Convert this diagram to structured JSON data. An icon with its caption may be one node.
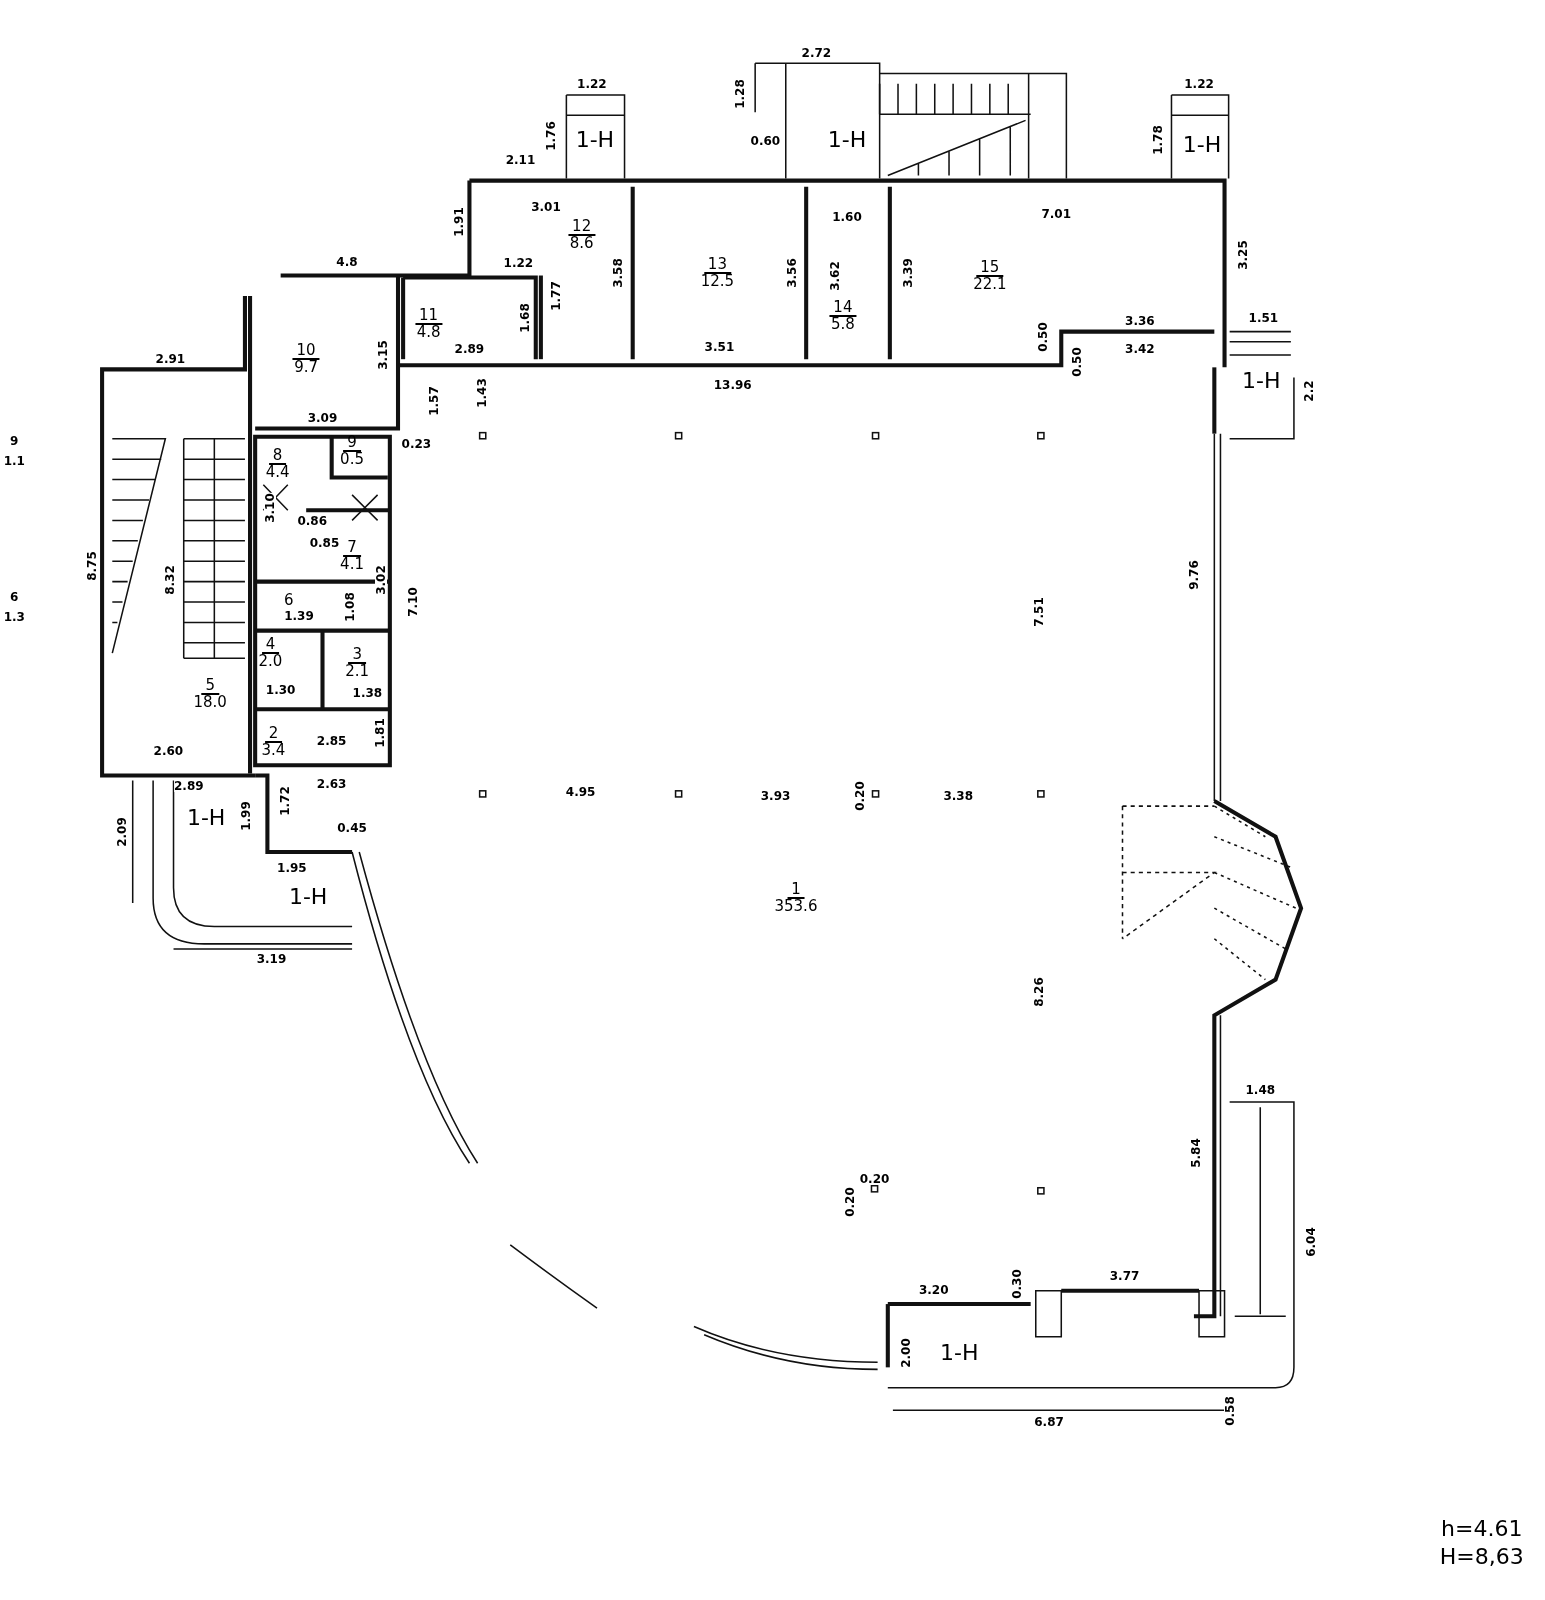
{
  "diagram": {
    "nodes": [
      {
        "text": [
          "1",
          "353.6"
        ]
      },
      {
        "text": [
          "2",
          "3.4"
        ]
      },
      {
        "text": [
          "3",
          "2.1"
        ]
      },
      {
        "text": [
          "4",
          "2.0"
        ]
      },
      {
        "text": [
          "5",
          "18.0"
        ]
      },
      {
        "text": [
          "6"
        ]
      },
      {
        "text": [
          "7",
          "4.1"
        ]
      },
      {
        "text": [
          "8",
          "4.4"
        ]
      },
      {
        "text": [
          "9",
          "0.5"
        ]
      },
      {
        "text": [
          "10",
          "9.7"
        ]
      },
      {
        "text": [
          "11",
          "4.8"
        ]
      },
      {
        "text": [
          "12",
          "8.6"
        ]
      },
      {
        "text": [
          "13",
          "12.5"
        ]
      },
      {
        "text": [
          "14",
          "5.8"
        ]
      },
      {
        "text": [
          "15",
          "22.1"
        ]
      }
    ],
    "edges": [],
    "labels": [
      "2.72",
      "1.22",
      "1.22",
      "1.28",
      "1-H",
      "1.76",
      "0.60",
      "1-H",
      "1.78",
      "1-H",
      "2.11",
      "3.01",
      "1.60",
      "7.01",
      "1.91",
      "3.58",
      "3.56",
      "3.62",
      "3.39",
      "3.25",
      "4.8",
      "1.22",
      "1.77",
      "1.68",
      "1.51",
      "3.15",
      "2.89",
      "3.51",
      "3.36",
      "0.50",
      "3.42",
      "0.50",
      "2.91",
      "13.96",
      "1-H",
      "2.2",
      "1.57",
      "1.43",
      "3.09",
      "0.23",
      "3.10",
      "0.86",
      "0.85",
      "8.75",
      "8.32",
      "3.02",
      "7.10",
      "1.39",
      "1.08",
      "7.51",
      "9.76",
      "1.30",
      "1.38",
      "2.85",
      "1.81",
      "2.60",
      "2.89",
      "2.63",
      "1-H",
      "1.99",
      "1.72",
      "4.95",
      "3.93",
      "0.20",
      "3.38",
      "2.09",
      "0.45",
      "1.95",
      "1-H",
      "3.19",
      "8.26",
      "1.48",
      "5.84",
      "6.04",
      "0.20",
      "0.20",
      "3.20",
      "0.30",
      "3.77",
      "2.00",
      "1-H",
      "6.87",
      "0.58",
      "h=4.61",
      "H=8,63",
      "9",
      "1.1",
      "6",
      "1.3"
    ]
  }
}
